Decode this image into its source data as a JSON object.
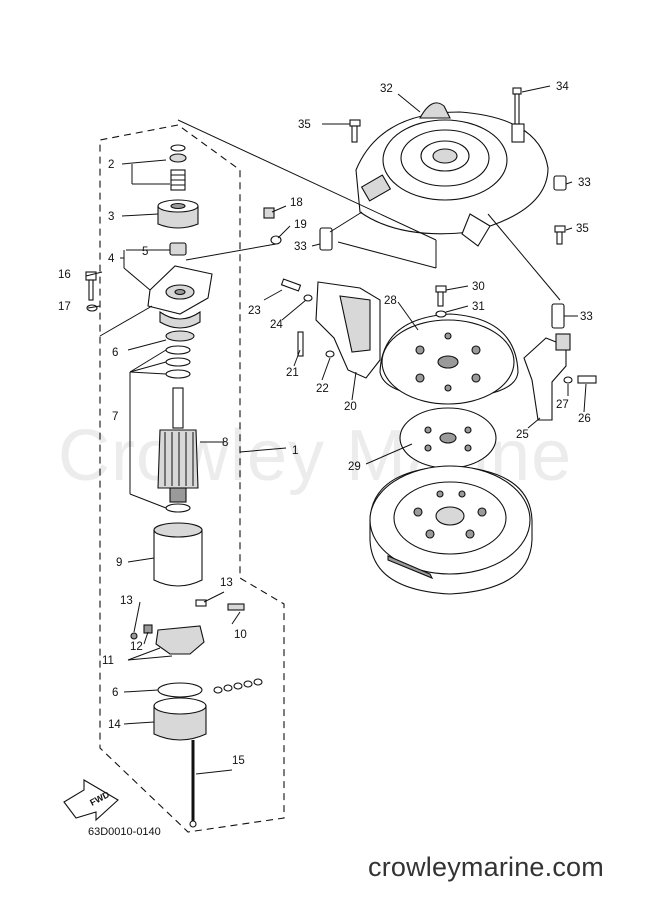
{
  "watermark": "Crowley Marine",
  "diagram_code": "63D0010-0140",
  "footer_url": "crowleymarine.com",
  "fwd_label": "FWD",
  "callouts": {
    "c1": "1",
    "c2": "2",
    "c3": "3",
    "c4": "4",
    "c5": "5",
    "c6a": "6",
    "c6b": "6",
    "c7": "7",
    "c8": "8",
    "c9": "9",
    "c10": "10",
    "c11": "11",
    "c12": "12",
    "c13a": "13",
    "c13b": "13",
    "c14": "14",
    "c15": "15",
    "c16": "16",
    "c17": "17",
    "c18": "18",
    "c19": "19",
    "c20": "20",
    "c21": "21",
    "c22": "22",
    "c23": "23",
    "c24": "24",
    "c25": "25",
    "c26": "26",
    "c27": "27",
    "c28": "28",
    "c29": "29",
    "c30": "30",
    "c31": "31",
    "c32": "32",
    "c33a": "33",
    "c33b": "33",
    "c33c": "33",
    "c34": "34",
    "c35a": "35",
    "c35b": "35"
  }
}
